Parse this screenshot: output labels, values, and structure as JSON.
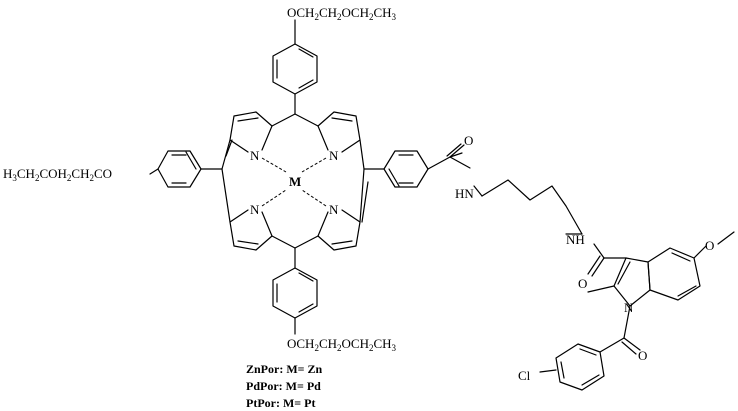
{
  "substituents": {
    "top": [
      "OCH",
      "2",
      "CH",
      "2",
      "OCH",
      "2",
      "CH",
      "3"
    ],
    "bottom": [
      "OCH",
      "2",
      "CH",
      "2",
      "OCH",
      "2",
      "CH",
      "3"
    ],
    "left": [
      "H",
      "3",
      "CH",
      "2",
      "COH",
      "2",
      "CH",
      "2",
      "CO"
    ]
  },
  "atoms": {
    "metal": "M",
    "pyrrole_n": "N",
    "amide_o1": "O",
    "amide_nh1": "HN",
    "amide_nh2": "NH",
    "amide_o2": "O",
    "indole_n": "N",
    "methoxy_o": "O",
    "benzoyl_o": "O",
    "chloro": "Cl"
  },
  "legend": [
    "ZnPor: M= Zn",
    "PdPor: M= Pd",
    "PtPor: M= Pt"
  ]
}
